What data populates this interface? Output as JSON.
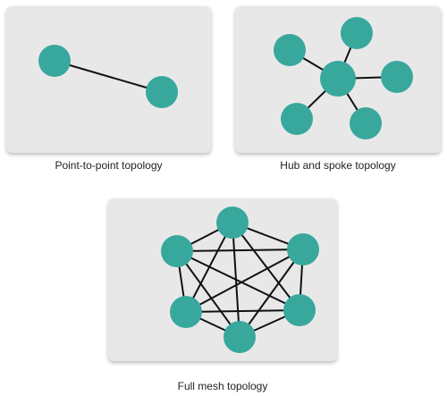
{
  "node_color": "#38a89d",
  "edge_color": "#111111",
  "diagrams": [
    {
      "caption": "Point-to-point topology"
    },
    {
      "caption": "Hub and spoke topology"
    },
    {
      "caption": "Full mesh topology"
    }
  ]
}
